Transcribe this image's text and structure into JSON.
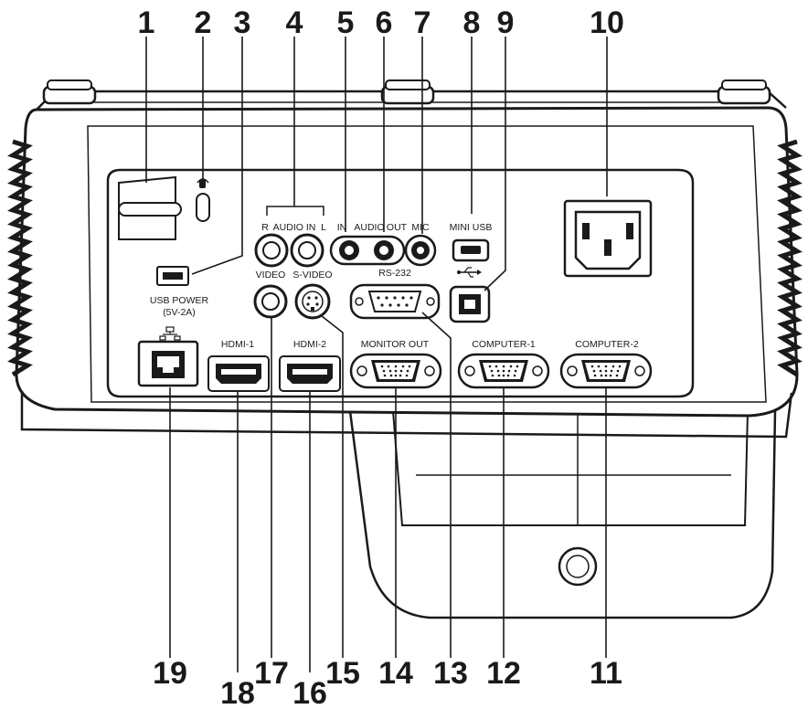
{
  "callouts": [
    "1",
    "2",
    "3",
    "4",
    "5",
    "6",
    "7",
    "8",
    "9",
    "10",
    "11",
    "12",
    "13",
    "14",
    "15",
    "16",
    "17",
    "18",
    "19"
  ],
  "labels": {
    "audio_in_r": "R",
    "audio_in": "AUDIO IN",
    "audio_in_l": "L",
    "audio_io_in": "IN",
    "audio_io_audio": "AUDIO",
    "audio_io_out": "OUT",
    "mic": "MIC",
    "mini_usb": "MINI USB",
    "usb_power": "USB POWER",
    "usb_power_rating": "(5V-2A)",
    "video": "VIDEO",
    "s_video": "S-VIDEO",
    "rs232": "RS-232",
    "hdmi1": "HDMI-1",
    "hdmi2": "HDMI-2",
    "monitor_out": "MONITOR OUT",
    "computer1": "COMPUTER-1",
    "computer2": "COMPUTER-2"
  },
  "icons": {
    "lock": "kensington-lock-icon",
    "usb": "usb-symbol-icon",
    "lan": "network-lan-icon"
  }
}
